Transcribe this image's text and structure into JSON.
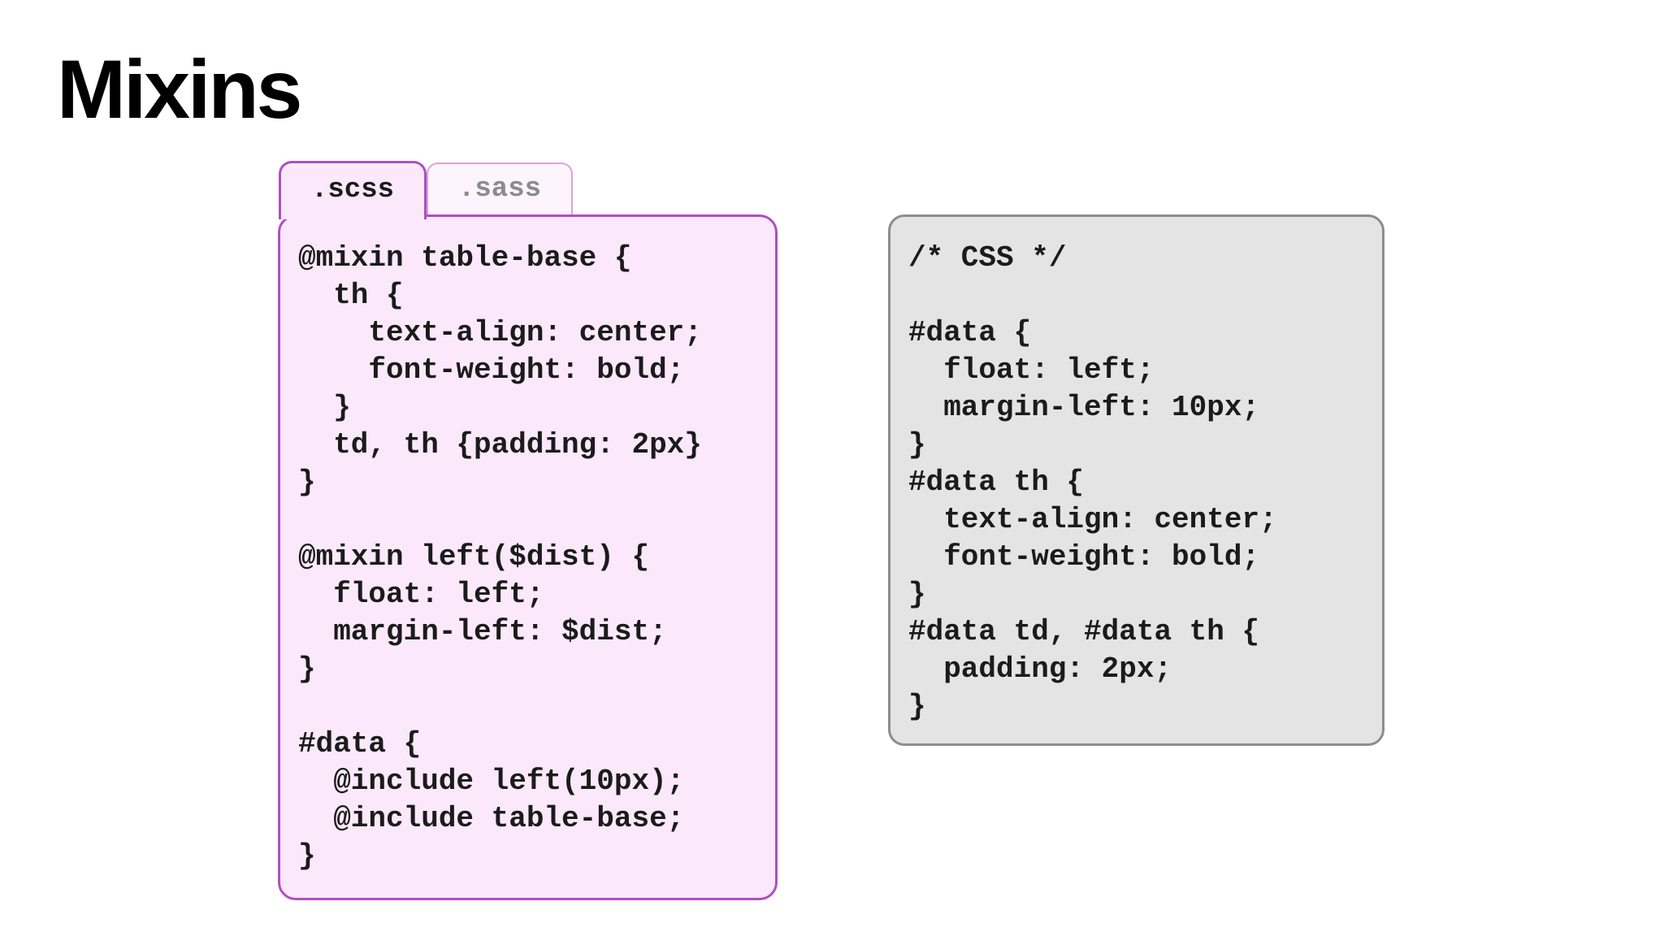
{
  "title": "Mixins",
  "scss_panel": {
    "tabs": [
      {
        "label": ".scss",
        "active": true
      },
      {
        "label": ".sass",
        "active": false
      }
    ],
    "code": "@mixin table-base {\n  th {\n    text-align: center;\n    font-weight: bold;\n  }\n  td, th {padding: 2px}\n}\n\n@mixin left($dist) {\n  float: left;\n  margin-left: $dist;\n}\n\n#data {\n  @include left(10px);\n  @include table-base;\n}"
  },
  "css_panel": {
    "code": "/* CSS */\n\n#data {\n  float: left;\n  margin-left: 10px;\n}\n#data th {\n  text-align: center;\n  font-weight: bold;\n}\n#data td, #data th {\n  padding: 2px;\n}"
  },
  "colors": {
    "bg": "#ffffff",
    "title_color": "#000000",
    "pink_fill": "#fbe9fb",
    "pink_border": "#ae4fc5",
    "sass_fill": "#fdf4fd",
    "sass_border": "#d9a2db",
    "sass_text": "#8b8b8b",
    "gray_fill": "#e4e4e4",
    "gray_border": "#8d8d8d",
    "code_text": "#1b1b1b"
  }
}
